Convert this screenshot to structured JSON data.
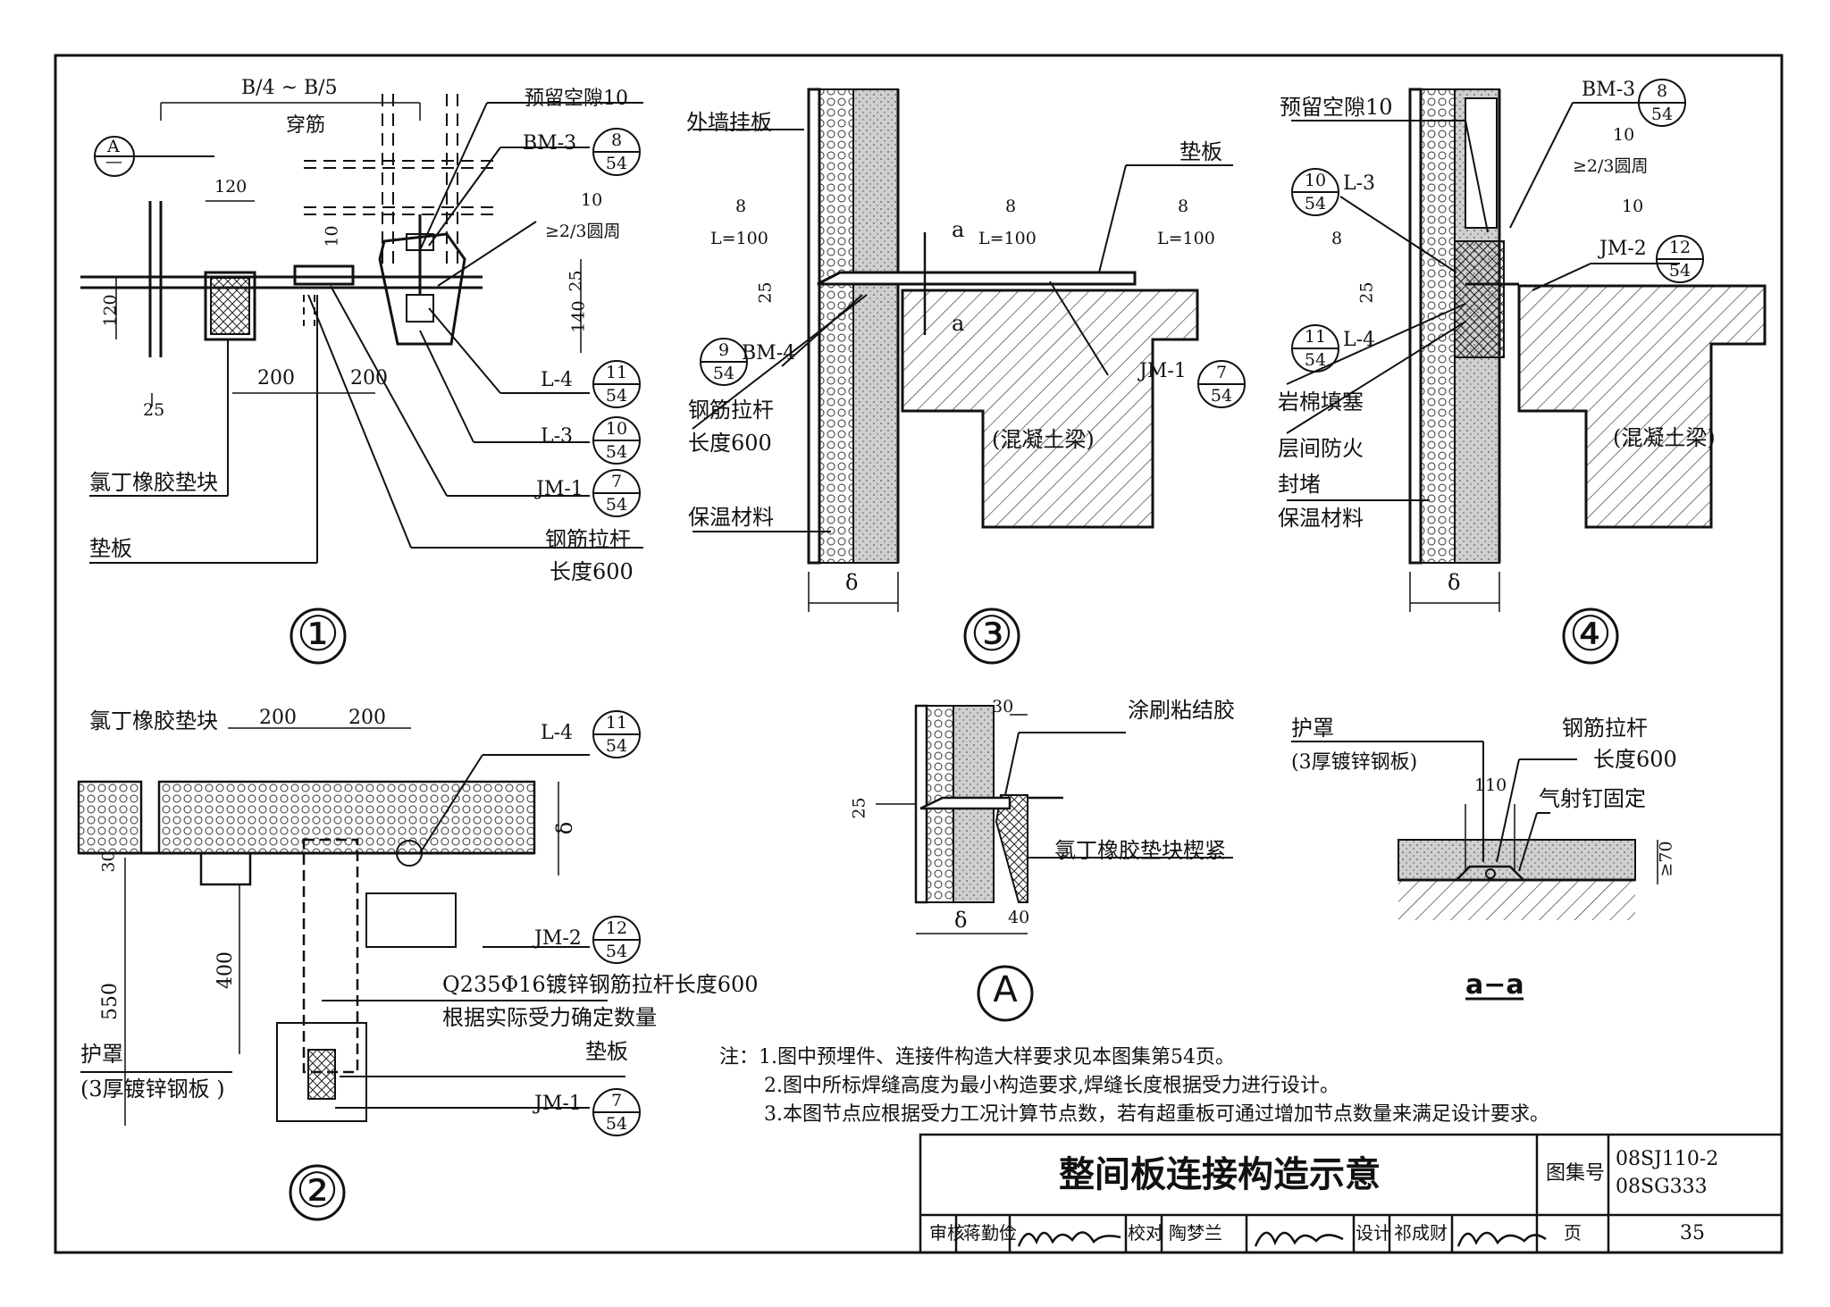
{
  "title": "整间板连接构造示意",
  "atlas_label": "图集号",
  "atlas_no_1": "08SJ110-2",
  "atlas_no_2": "08SG333",
  "page_label": "页",
  "page_no": "35",
  "signoff": {
    "review_label": "审核",
    "review_name": "蒋勤俭",
    "check_label": "校对",
    "check_name": "陶梦兰",
    "design_label": "设计",
    "design_name": "祁成财"
  },
  "notes": {
    "prefix": "注：",
    "n1": "1.图中预埋件、连接件构造大样要求见本图集第54页。",
    "n2": "2.图中所标焊缝高度为最小构造要求,焊缝长度根据受力进行设计。",
    "n3": "3.本图节点应根据受力工况计算节点数，若有超重板可通过增加节点数量来满足设计要求。"
  },
  "detail_numbers": [
    "①",
    "②",
    "③",
    "④",
    "A",
    "a−a"
  ],
  "d1": {
    "dim_top": "B/4 ~ B/5",
    "gap": "预留空隙10",
    "bar": "穿筋",
    "bm3": "BM-3",
    "bm3_n": "8",
    "bm3_d": "54",
    "dim120a": "120",
    "dim120b": "120",
    "dim10": "10",
    "weld10": "10",
    "arc": "≥2/3圆周",
    "d25": "25",
    "d140": "140",
    "d25b": "25",
    "d200a": "200",
    "d200b": "200",
    "l4": "L-4",
    "l4_n": "11",
    "l4_d": "54",
    "l3": "L-3",
    "l3_n": "10",
    "l3_d": "54",
    "jm1": "JM-1",
    "jm1_n": "7",
    "jm1_d": "54",
    "rubber": "氯丁橡胶垫块",
    "plate": "垫板",
    "rod1": "钢筋拉杆",
    "rod2": "长度600",
    "sec_a": "A",
    "sec_a_bottom": "—"
  },
  "d2": {
    "rubber": "氯丁橡胶垫块",
    "d200a": "200",
    "d200b": "200",
    "l4": "L-4",
    "l4_n": "11",
    "l4_d": "54",
    "delta": "δ",
    "d30": "30",
    "jm2": "JM-2",
    "jm2_n": "12",
    "jm2_d": "54",
    "d400": "400",
    "d550": "550",
    "rod1": "Q235Φ16镀锌钢筋拉杆长度600",
    "rod2": "根据实际受力确定数量",
    "cover1": "护罩",
    "cover2": "(3厚镀锌钢板 )",
    "plate": "垫板",
    "jm1": "JM-1",
    "jm1_n": "7",
    "jm1_d": "54"
  },
  "d3": {
    "panel": "外墙挂板",
    "plate": "垫板",
    "w8a": "8",
    "l100a": "L=100",
    "w8b": "8",
    "l100b": "L=100",
    "w8c": "8",
    "l100c": "L=100",
    "sec_a": "a",
    "sec_a2": "a",
    "d25": "25",
    "bm4": "BM-4",
    "bm4_n": "9",
    "bm4_d": "54",
    "jm1": "JM-1",
    "jm1_n": "7",
    "jm1_d": "54",
    "rod1": "钢筋拉杆",
    "rod2": "长度600",
    "beam": "(混凝土梁)",
    "insul": "保温材料",
    "delta": "δ"
  },
  "d4": {
    "gap": "预留空隙10",
    "bm3": "BM-3",
    "bm3_n": "8",
    "bm3_d": "54",
    "weld10a": "10",
    "arc": "≥2/3圆周",
    "weld10b": "10",
    "l3": "L-3",
    "l3_n": "10",
    "l3_d": "54",
    "w8": "8",
    "jm2": "JM-2",
    "jm2_n": "12",
    "jm2_d": "54",
    "d25": "25",
    "l4": "L-4",
    "l4_n": "11",
    "l4_d": "54",
    "rockwool": "岩棉填塞",
    "fire": "层间防火",
    "seal": "封堵",
    "insul": "保温材料",
    "beam": "(混凝土梁)",
    "delta": "δ"
  },
  "dA": {
    "d30": "30",
    "glue": "涂刷粘结胶",
    "d25": "25",
    "wedge": "氯丁橡胶垫块楔紧",
    "delta": "δ",
    "d40": "40"
  },
  "dAA": {
    "cover1": "护罩",
    "cover2": "(3厚镀锌钢板)",
    "rod1": "钢筋拉杆",
    "rod2": "长度600",
    "d110": "110",
    "nail": "气射钉固定",
    "d70": "≥70"
  }
}
